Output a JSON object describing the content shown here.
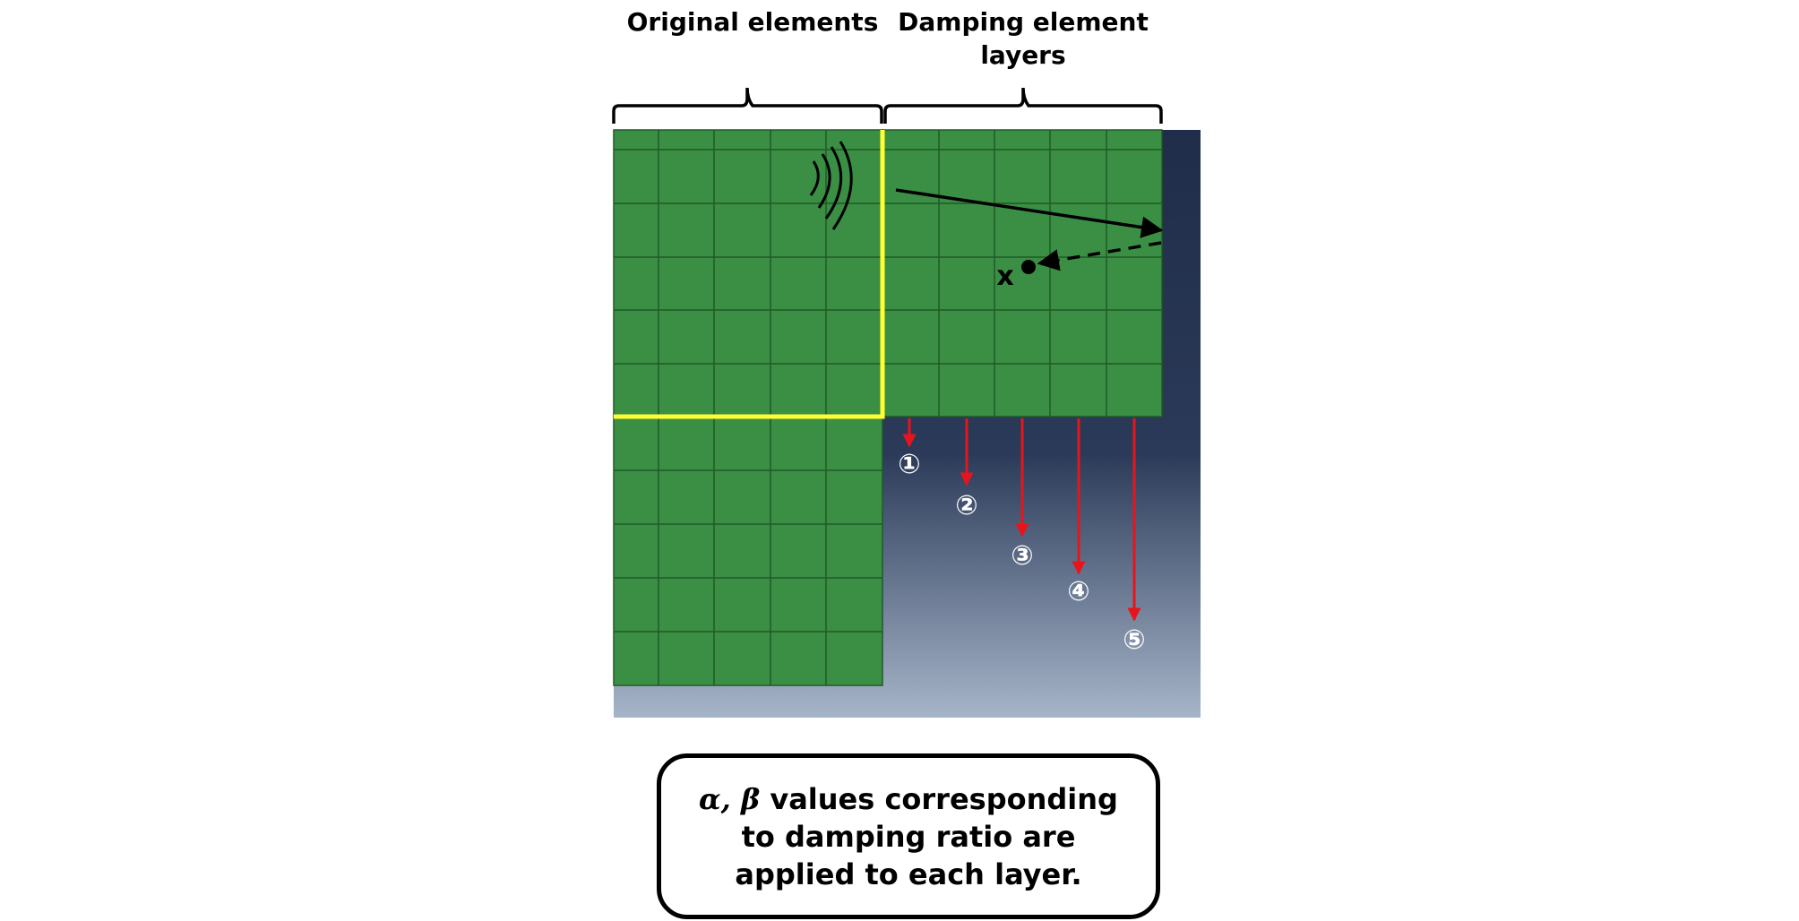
{
  "labels": {
    "original_elements": "Original elements",
    "damping_layers": "Damping element layers"
  },
  "point_label": "x",
  "layer_numbers": [
    "①",
    "②",
    "③",
    "④",
    "⑤"
  ],
  "caption": {
    "symbols": "α, β",
    "text": " values corresponding to damping ratio are applied to each layer."
  },
  "colors": {
    "mesh_fill": "#3a8f44",
    "mesh_line": "#1f5a27",
    "boundary": "#ffff33",
    "arrow_red": "#e8141b",
    "background_top": "#1f2d4a",
    "background_bottom": "#a4b3c8"
  }
}
